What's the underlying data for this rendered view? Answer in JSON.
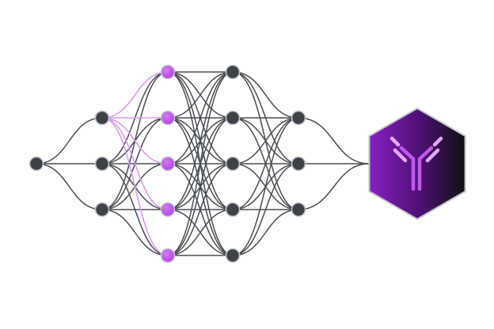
{
  "diagram": {
    "kind": "neural-network",
    "layers": [
      {
        "nodes": 1
      },
      {
        "nodes": 3
      },
      {
        "nodes": 5,
        "highlighted": true
      },
      {
        "nodes": 5
      },
      {
        "nodes": 3
      }
    ],
    "highlighted_source_node": {
      "layer": 1,
      "index": 0
    },
    "output": {
      "shape": "hexagon",
      "icon": "antibody-icon"
    }
  },
  "colors": {
    "background": "#ffffff",
    "node_fill": "#3e4247",
    "node_stroke": "#c4c7cc",
    "edge": "#4b4f55",
    "highlight_node": "#b13fe0",
    "highlight_node_light": "#d27cf5",
    "highlight_edge": "#d99cf2",
    "hex_dark": "#101010",
    "hex_purple": "#8a1fc4",
    "hex_stroke": "#c4c7cc",
    "antibody_light": "#e4a8f7",
    "antibody_mid": "#c357ea"
  }
}
